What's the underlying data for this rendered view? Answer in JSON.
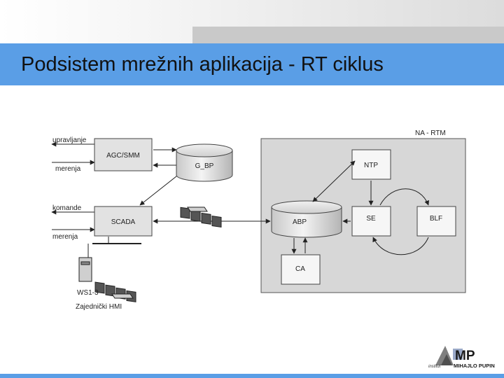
{
  "slide": {
    "title": "Podsistem mrežnih aplikacija - RT ciklus"
  },
  "diagram": {
    "region_label": "NA - RTM",
    "blocks": {
      "agc": "AGC/SMM",
      "scada": "SCADA",
      "ntp": "NTP",
      "se": "SE",
      "blf": "BLF",
      "ca": "CA"
    },
    "databases": {
      "gbp": "G_BP",
      "abp": "ABP"
    },
    "signals": {
      "upravljanje": "upravljanje",
      "merenja_agc": "merenja",
      "komande": "komande",
      "merenja_scada": "merenja"
    },
    "workstations": {
      "label": "WS1-3",
      "hmi_label": "Zajednički HMI"
    }
  },
  "logo": {
    "brand_text": "MP",
    "subtitle_text": "MIHAJLO PUPIN",
    "institut_text": "institut"
  }
}
